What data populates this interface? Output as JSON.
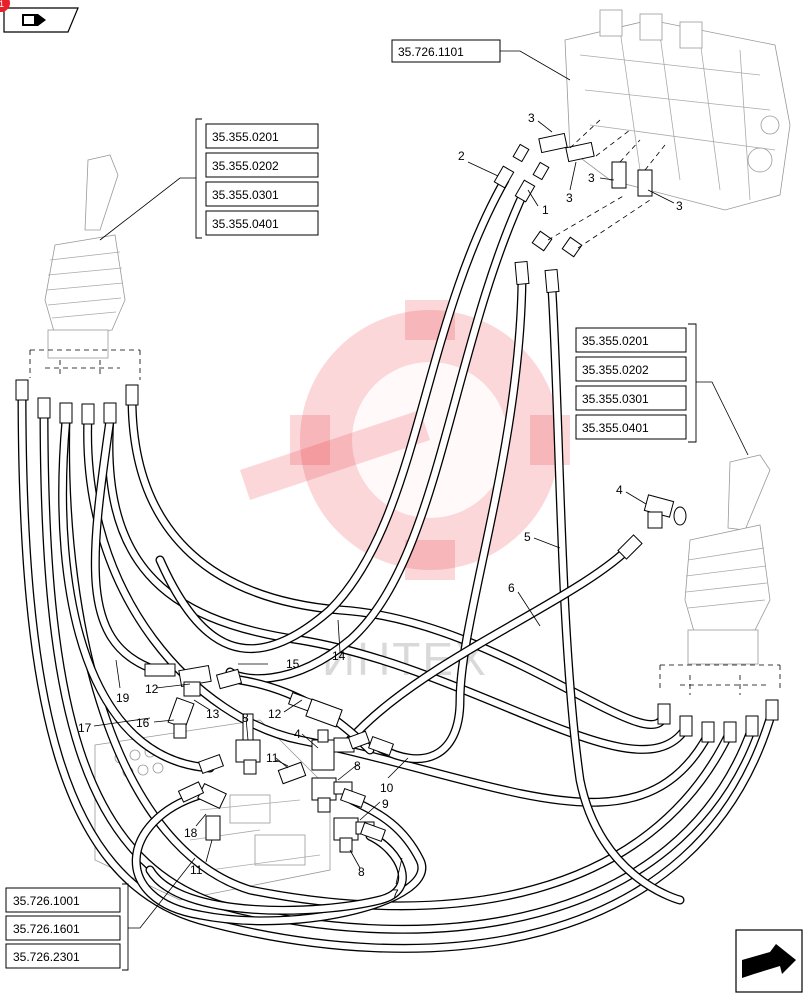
{
  "page_badge": "1",
  "watermark_text": "ИНТЕХ",
  "reference_groups": {
    "valve": [
      "35.726.1101"
    ],
    "left_joystick": [
      "35.355.0201",
      "35.355.0202",
      "35.355.0301",
      "35.355.0401"
    ],
    "right_joystick": [
      "35.355.0201",
      "35.355.0202",
      "35.355.0301",
      "35.355.0401"
    ],
    "manifold": [
      "35.726.1001",
      "35.726.1601",
      "35.726.2301"
    ]
  },
  "callouts": {
    "c1": "1",
    "c2": "2",
    "c3a": "3",
    "c3b": "3",
    "c3c": "3",
    "c3d": "3",
    "c4a": "4",
    "c4b": "4",
    "c5": "5",
    "c6": "6",
    "c7": "7",
    "c8a": "8",
    "c8b": "8",
    "c8c": "8",
    "c9": "9",
    "c10": "10",
    "c11a": "11",
    "c11b": "11",
    "c12a": "12",
    "c12b": "12",
    "c13": "13",
    "c14": "14",
    "c15": "15",
    "c16": "16",
    "c17": "17",
    "c18": "18",
    "c19": "19"
  },
  "icons": {
    "top_left": "book-arrow-icon",
    "bottom_right": "next-page-arrow-icon"
  }
}
